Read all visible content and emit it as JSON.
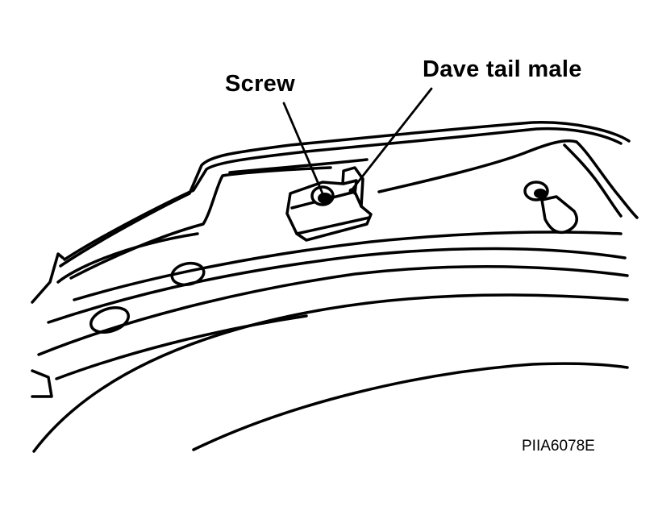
{
  "labels": {
    "screw": "Screw",
    "dovetail": "Dave tail male",
    "figure_code": "PIIA6078E"
  },
  "colors": {
    "line": "#000000",
    "background": "#ffffff"
  }
}
